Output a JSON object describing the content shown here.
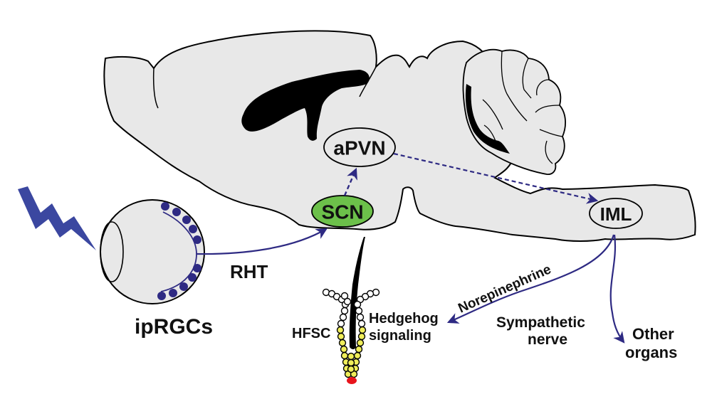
{
  "diagram": {
    "type": "pathway-schematic",
    "colors": {
      "brain_fill": "#e8e8e8",
      "outline": "#000000",
      "arrow": "#2e2a83",
      "lightning": "#3b47a0",
      "scn_fill": "#6cc04a",
      "hfsc_cell_fill": "#f0ee5a",
      "dermal_papilla": "#e8141c",
      "retina_cells": "#2e2a83"
    },
    "nodes": {
      "apvn": {
        "label": "aPVN"
      },
      "scn": {
        "label": "SCN"
      },
      "iml": {
        "label": "IML"
      }
    },
    "labels": {
      "iprgcs": "ipRGCs",
      "rht": "RHT",
      "hfsc": "HFSC",
      "hedgehog_line1": "Hedgehog",
      "hedgehog_line2": "signaling",
      "norepinephrine": "Norepinephrine",
      "sympathetic_line1": "Sympathetic",
      "sympathetic_line2": "nerve",
      "other_line1": "Other",
      "other_line2": "organs"
    },
    "edges": [
      {
        "from": "ipRGCs",
        "to": "SCN",
        "label": "RHT",
        "style": "solid"
      },
      {
        "from": "SCN",
        "to": "aPVN",
        "style": "dashed"
      },
      {
        "from": "aPVN",
        "to": "IML",
        "style": "dashed"
      },
      {
        "from": "IML",
        "to": "Hedgehog signaling",
        "label": "Norepinephrine",
        "style": "solid"
      },
      {
        "from": "IML",
        "to": "Other organs",
        "style": "solid"
      }
    ]
  }
}
